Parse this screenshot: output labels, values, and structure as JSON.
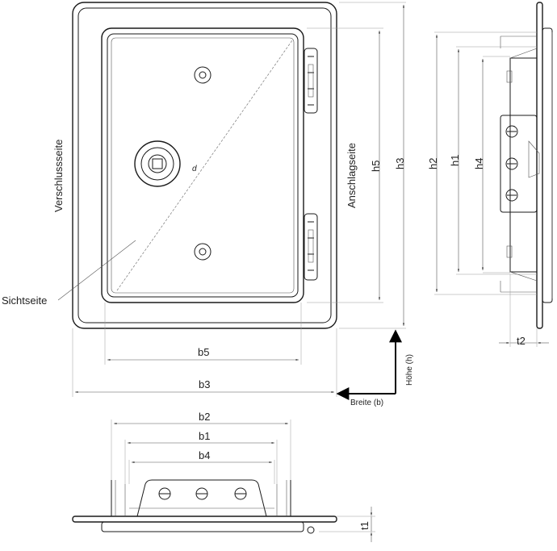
{
  "labels": {
    "closing_side": "Verschlussseite",
    "hinge_side": "Anschlagseite",
    "viewing_side": "Sichtseite",
    "diameter_mark": "d",
    "height_axis": "Höhe (h)",
    "width_axis": "Breite (b)"
  },
  "dimensions": {
    "b5": "b5",
    "b3": "b3",
    "b2": "b2",
    "b1": "b1",
    "b4": "b4",
    "h5": "h5",
    "h3": "h3",
    "h2": "h2",
    "h1": "h1",
    "h4": "h4",
    "t1": "t1",
    "t2": "t2"
  }
}
